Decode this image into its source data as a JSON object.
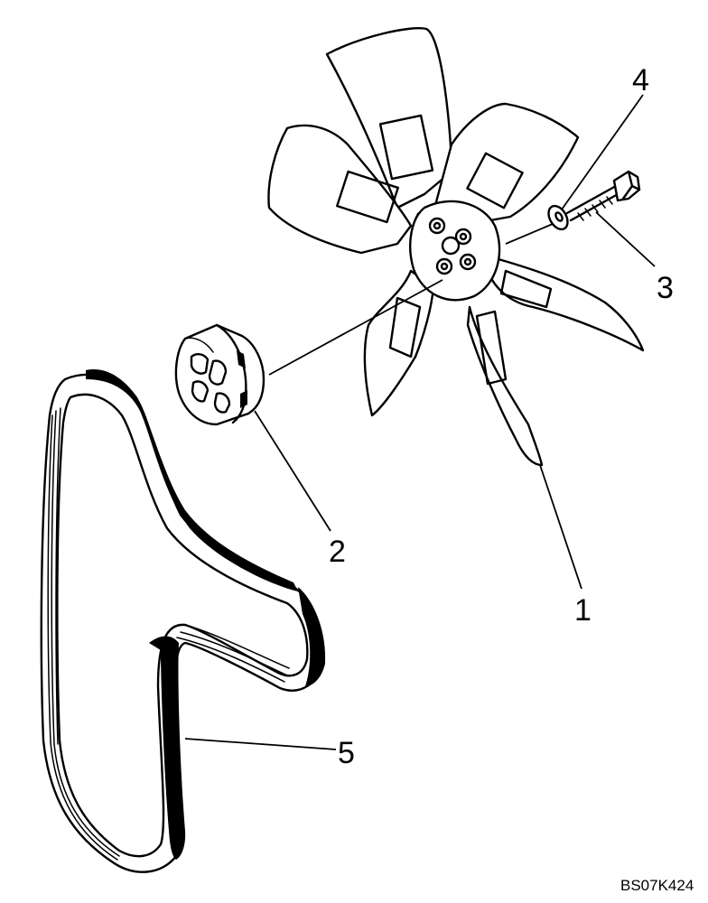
{
  "diagram": {
    "parts": [
      {
        "callout": "1",
        "part": "fan"
      },
      {
        "callout": "2",
        "part": "spacer"
      },
      {
        "callout": "3",
        "part": "bolt"
      },
      {
        "callout": "4",
        "part": "washer"
      },
      {
        "callout": "5",
        "part": "belt"
      }
    ],
    "figure_id": "BS07K424",
    "colors": {
      "ink": "#000000",
      "background": "#ffffff"
    }
  }
}
